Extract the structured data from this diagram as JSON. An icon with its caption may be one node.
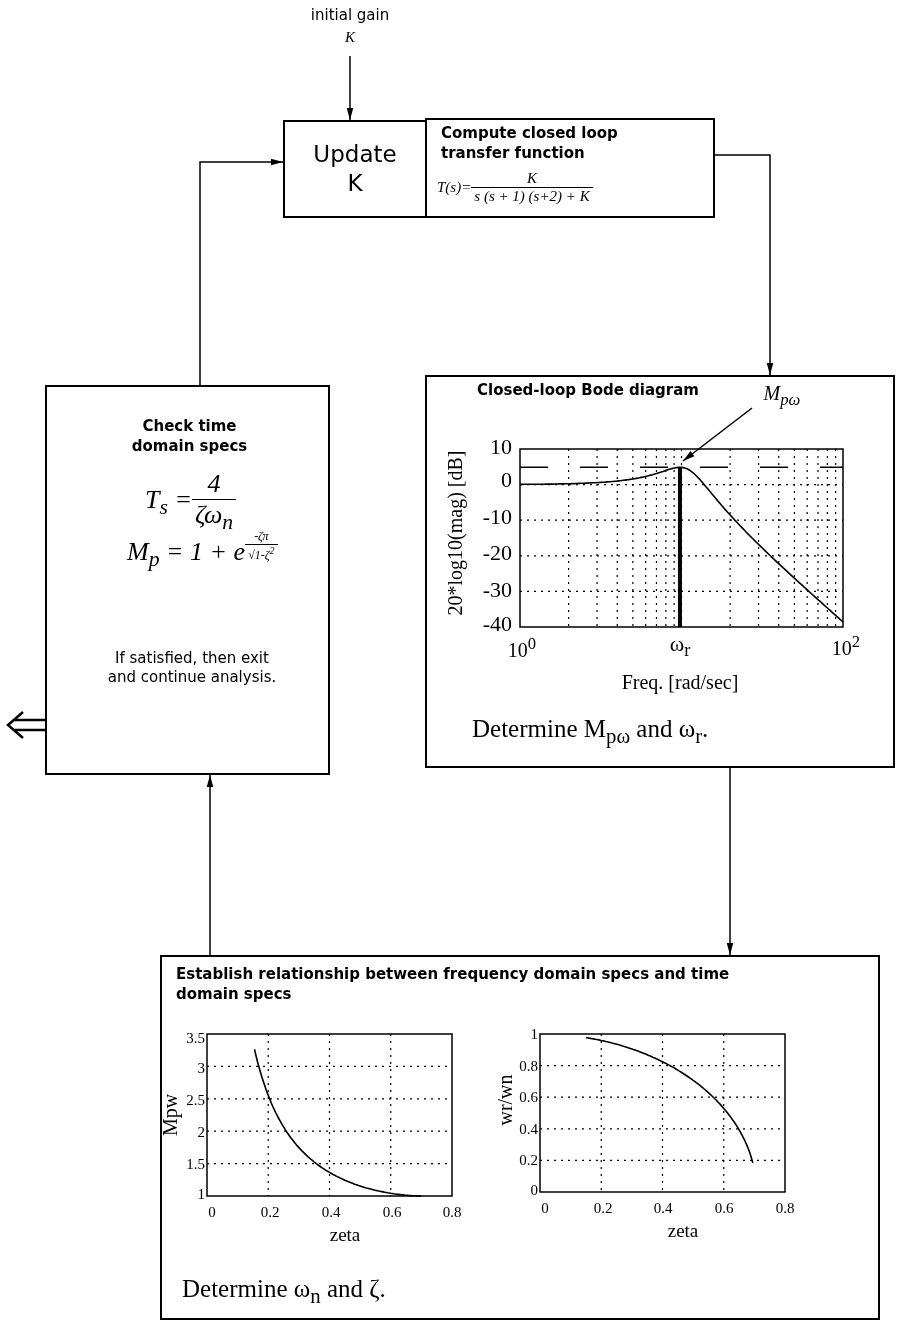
{
  "diagram": {
    "nodes": [
      {
        "text": [
          "initial gain",
          "K"
        ]
      },
      {
        "text": [
          "Update K"
        ]
      },
      {
        "text": [
          "Compute closed loop transfer function",
          "T(s)=",
          "K",
          "s (s + 1) (s+2) + K"
        ]
      },
      {
        "text": [
          "Check time domain specs",
          "T$_{s}$ =",
          "4",
          "ζω$_{n}$",
          "M$_{p}$ = 1 + e",
          "-ζπ",
          "√1-ζ$^{2}$",
          "If satisfied, then exit and continue analysis."
        ]
      },
      {
        "text": [
          "Closed-loop Bode diagram",
          "Determine M$_{pω}$ and ω$_{r}$."
        ]
      },
      {
        "text": [
          "M$_{pω}$"
        ],
        "in": 4
      },
      {
        "text": [
          "Establish relationship between frequency domain specs and time domain specs",
          "Determine ω$_{n}$ and ζ."
        ]
      }
    ],
    "edges": [
      {
        "from": 0,
        "to": 1,
        "arrow": "to"
      },
      {
        "from": 2,
        "to": 4,
        "arrow": "to"
      },
      {
        "from": 4,
        "to": 6,
        "arrow": "to"
      },
      {
        "from": 6,
        "to": 3,
        "arrow": "to"
      },
      {
        "from": 3,
        "to": 1,
        "arrow": "to"
      },
      {
        "from": 5,
        "to": null,
        "arrow": "to"
      },
      {
        "from": 3,
        "to": null,
        "arrow": "to"
      }
    ],
    "labels": [
      "10",
      "0",
      "-10",
      "-20",
      "-30",
      "-40",
      "20*log10(mag) [dB]",
      "10$^{0}$",
      "ω$_{r}$",
      "10$^{2}$",
      "Freq. [rad/sec]",
      "3.5",
      "3",
      "2.5",
      "2",
      "1.5",
      "Mpw",
      "1",
      "0",
      "0.2",
      "0.4",
      "0.6",
      "0.8",
      "zeta",
      "1",
      "0.8",
      "0.6",
      "0.4",
      "0.2",
      "wr/wn",
      "0",
      "0",
      "0.2",
      "0.4",
      "0.6",
      "0.8",
      "zeta"
    ]
  }
}
